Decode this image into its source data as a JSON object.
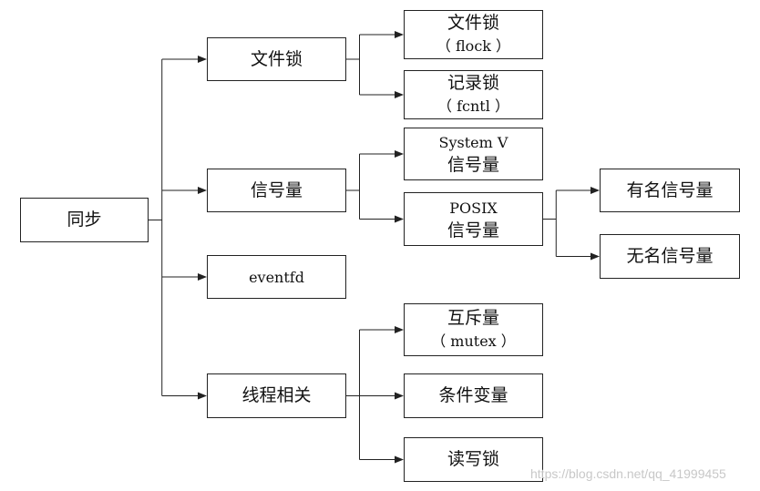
{
  "nodes": {
    "root": {
      "lines": [
        "同步"
      ]
    },
    "file_lock": {
      "lines": [
        "文件锁"
      ]
    },
    "semaphore": {
      "lines": [
        "信号量"
      ]
    },
    "eventfd": {
      "lines": [
        "eventfd"
      ]
    },
    "thread": {
      "lines": [
        "线程相关"
      ]
    },
    "flock": {
      "lines": [
        "文件锁",
        "（ flock ）"
      ]
    },
    "fcntl": {
      "lines": [
        "记录锁",
        "（ fcntl ）"
      ]
    },
    "sysv": {
      "lines": [
        "System V",
        "信号量"
      ]
    },
    "posix": {
      "lines": [
        "POSIX",
        "信号量"
      ]
    },
    "named": {
      "lines": [
        "有名信号量"
      ]
    },
    "unnamed": {
      "lines": [
        "无名信号量"
      ]
    },
    "mutex": {
      "lines": [
        "互斥量",
        "（ mutex ）"
      ]
    },
    "condvar": {
      "lines": [
        "条件变量"
      ]
    },
    "rwlock": {
      "lines": [
        "读写锁"
      ]
    }
  },
  "edges": [
    [
      "root",
      "file_lock"
    ],
    [
      "root",
      "semaphore"
    ],
    [
      "root",
      "eventfd"
    ],
    [
      "root",
      "thread"
    ],
    [
      "file_lock",
      "flock"
    ],
    [
      "file_lock",
      "fcntl"
    ],
    [
      "semaphore",
      "sysv"
    ],
    [
      "semaphore",
      "posix"
    ],
    [
      "posix",
      "named"
    ],
    [
      "posix",
      "unnamed"
    ],
    [
      "thread",
      "mutex"
    ],
    [
      "thread",
      "condvar"
    ],
    [
      "thread",
      "rwlock"
    ]
  ],
  "watermark": "https://blog.csdn.net/qq_41999455"
}
